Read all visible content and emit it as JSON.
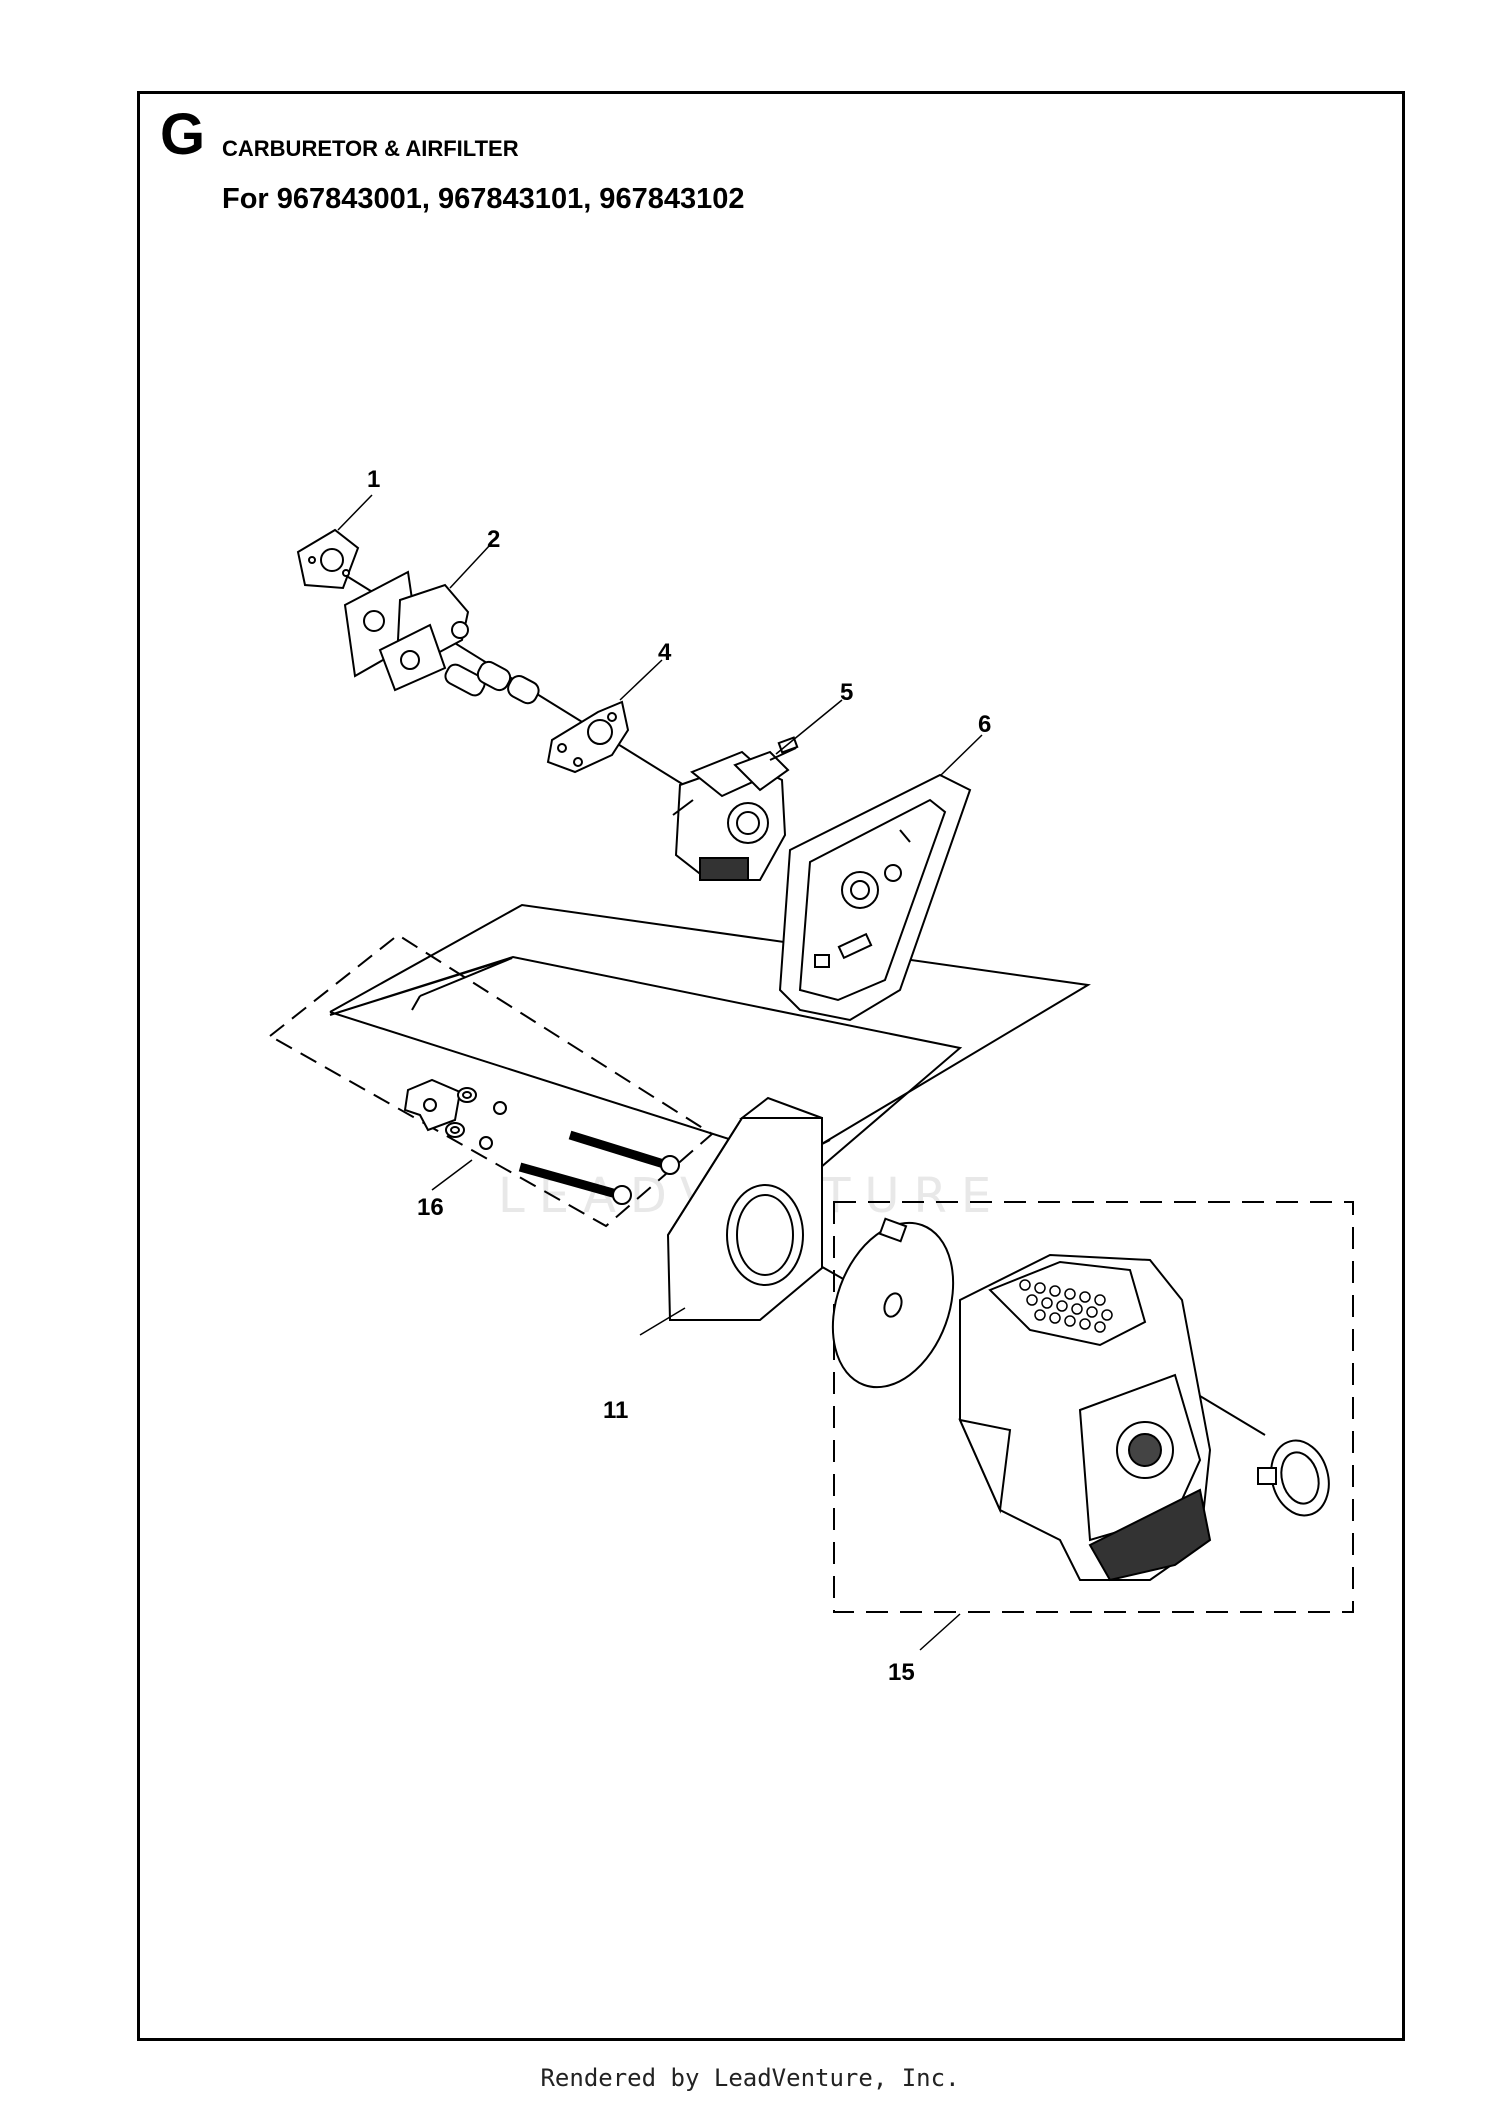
{
  "header": {
    "section_letter": "G",
    "section_title": "CARBURETOR & AIRFILTER",
    "models_line": "For 967843001, 967843101, 967843102"
  },
  "callouts": [
    {
      "number": "1",
      "part": "gasket-icon"
    },
    {
      "number": "2",
      "part": "intake-manifold-icon"
    },
    {
      "number": "4",
      "part": "gasket-icon"
    },
    {
      "number": "5",
      "part": "carburetor-icon"
    },
    {
      "number": "6",
      "part": "airfilter-base-icon"
    },
    {
      "number": "11",
      "part": "filter-element-icon"
    },
    {
      "number": "15",
      "part": "airfilter-cover-kit-icon"
    },
    {
      "number": "16",
      "part": "bolt-kit-icon"
    }
  ],
  "watermark": "LEADVENTURE",
  "footer": "Rendered by LeadVenture, Inc.",
  "colors": {
    "line": "#000000",
    "background": "#ffffff",
    "watermark": "#e8e8e8"
  }
}
